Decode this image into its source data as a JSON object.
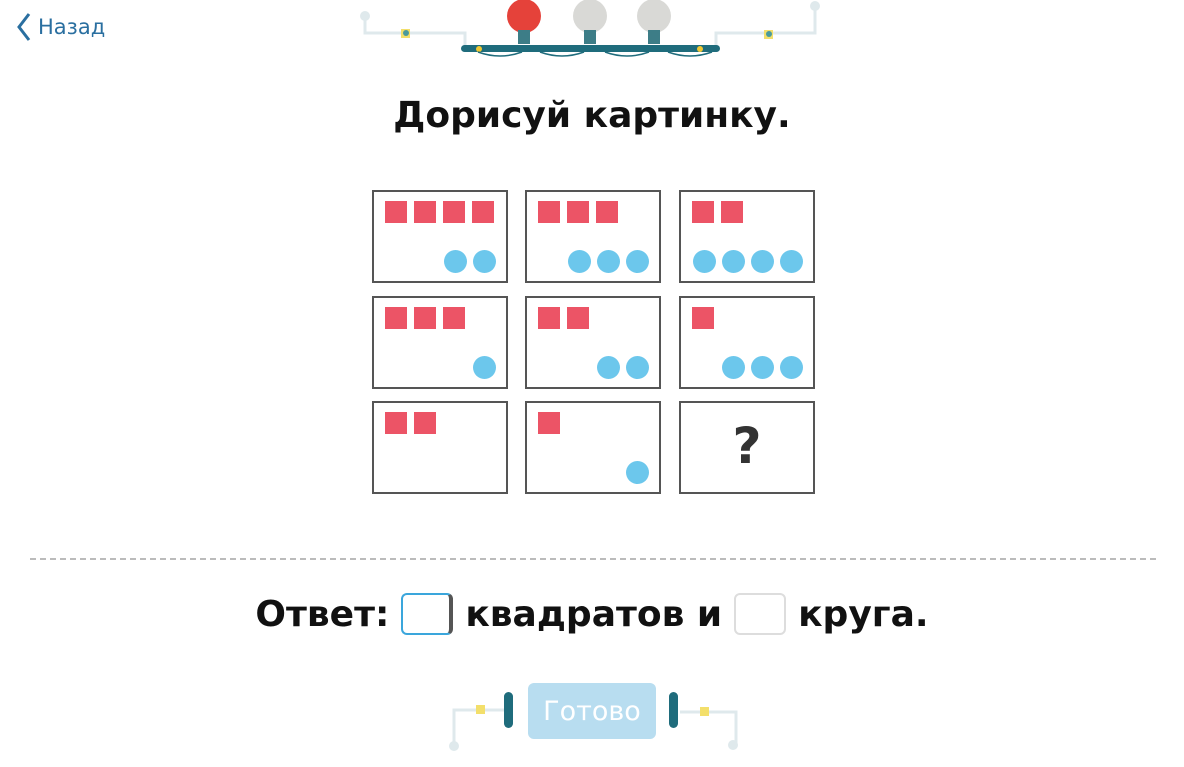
{
  "nav": {
    "back_label": "Назад"
  },
  "progress": {
    "lamps_total": 3,
    "lamps_lit": 1,
    "lit_color": "#e5423a",
    "unlit_color": "#d9d9d6"
  },
  "title": "Дорисуй картинку.",
  "grid": [
    {
      "squares": 4,
      "circles": 2
    },
    {
      "squares": 3,
      "circles": 3
    },
    {
      "squares": 2,
      "circles": 4
    },
    {
      "squares": 3,
      "circles": 1
    },
    {
      "squares": 2,
      "circles": 2
    },
    {
      "squares": 1,
      "circles": 3
    },
    {
      "squares": 2,
      "circles": 0
    },
    {
      "squares": 1,
      "circles": 1
    },
    {
      "unknown": "?"
    }
  ],
  "colors": {
    "square": "#ec5466",
    "circle": "#6cc7ec"
  },
  "answer": {
    "prefix": "Ответ:",
    "middle": "квадратов и",
    "suffix": "круга.",
    "squares_value": "",
    "circles_value": ""
  },
  "submit_label": "Готово"
}
